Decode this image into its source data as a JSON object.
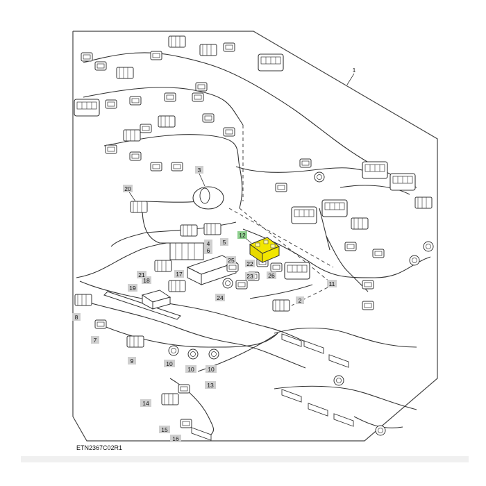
{
  "figure": {
    "code": "ETN2367C02R1",
    "highlight_color": "#f2e600",
    "label_bg": "#cfcfcf",
    "highlight_label_bg": "#8fd08f",
    "line_color": "#333333",
    "callouts": [
      {
        "id": "1",
        "text": "1"
      },
      {
        "id": "2",
        "text": "2"
      },
      {
        "id": "3",
        "text": "3"
      },
      {
        "id": "4",
        "text": "4"
      },
      {
        "id": "5",
        "text": "5"
      },
      {
        "id": "6",
        "text": "6"
      },
      {
        "id": "7",
        "text": "7"
      },
      {
        "id": "8",
        "text": "8"
      },
      {
        "id": "9",
        "text": "9"
      },
      {
        "id": "10a",
        "text": "10"
      },
      {
        "id": "10b",
        "text": "10"
      },
      {
        "id": "10c",
        "text": "10"
      },
      {
        "id": "11",
        "text": "11"
      },
      {
        "id": "12",
        "text": "12"
      },
      {
        "id": "13",
        "text": "13"
      },
      {
        "id": "14",
        "text": "14"
      },
      {
        "id": "15",
        "text": "15"
      },
      {
        "id": "16",
        "text": "16"
      },
      {
        "id": "17",
        "text": "17"
      },
      {
        "id": "18",
        "text": "18"
      },
      {
        "id": "19",
        "text": "19"
      },
      {
        "id": "20",
        "text": "20"
      },
      {
        "id": "21",
        "text": "21"
      },
      {
        "id": "22",
        "text": "22"
      },
      {
        "id": "23",
        "text": "23"
      },
      {
        "id": "24",
        "text": "24"
      },
      {
        "id": "25",
        "text": "25"
      },
      {
        "id": "26",
        "text": "26"
      }
    ]
  }
}
